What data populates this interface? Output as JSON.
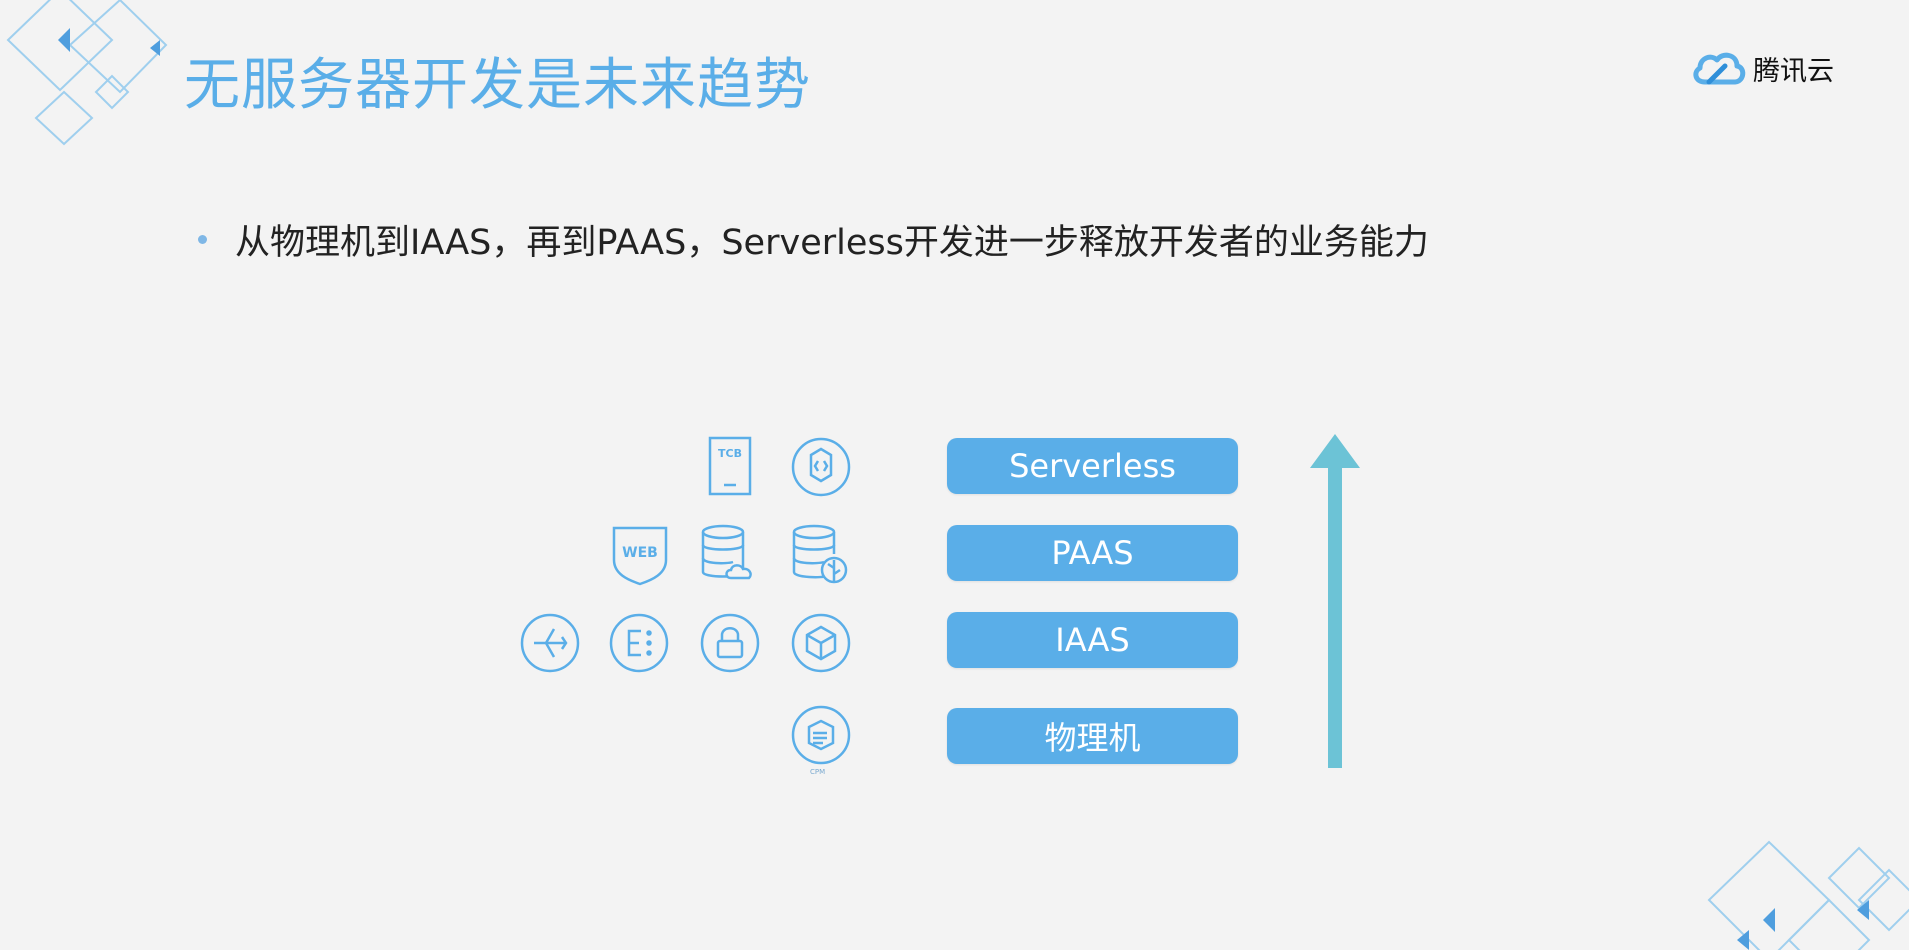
{
  "title": "无服务器开发是未来趋势",
  "logo": {
    "text": "腾讯云",
    "icon": "tencent-cloud-icon",
    "color": "#5aaee8"
  },
  "bullet": {
    "text": "从物理机到IAAS，再到PAAS，Serverless开发进一步释放开发者的业务能力"
  },
  "layers": [
    {
      "label": "Serverless",
      "icons": [
        "tcb-icon",
        "code-function-icon"
      ]
    },
    {
      "label": "PAAS",
      "icons": [
        "web-shield-icon",
        "cloud-database-icon",
        "leaf-database-icon"
      ]
    },
    {
      "label": "IAAS",
      "icons": [
        "load-balancer-icon",
        "elastic-icon",
        "lock-icon",
        "cube-icon"
      ]
    },
    {
      "label": "物理机",
      "icons": [
        "cpm-server-icon"
      ]
    }
  ],
  "icon_captions": {
    "cpm": "CPM"
  },
  "colors": {
    "accent": "#5aaee8",
    "arrow": "#6cc3d6",
    "title": "#5aaee8"
  }
}
